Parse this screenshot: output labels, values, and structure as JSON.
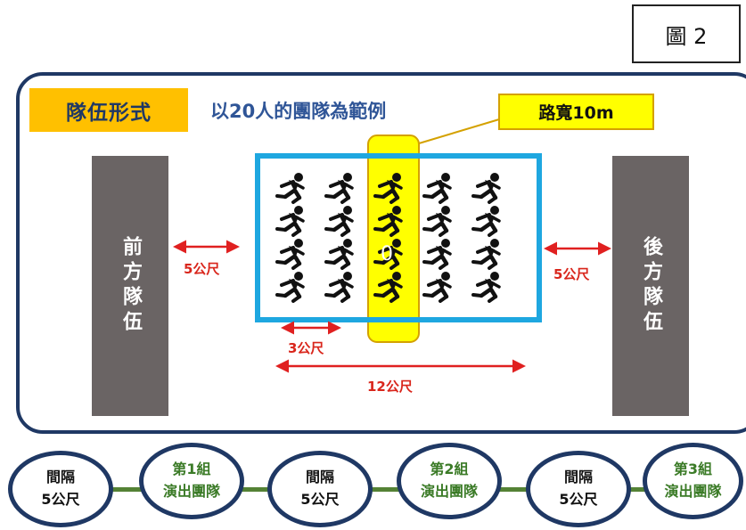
{
  "figure_label": "圖 2",
  "formation_title": "隊伍形式",
  "subtitle": "以20人的團隊為範例",
  "road_width": "路寬10m",
  "front_team": "前方隊伍",
  "back_team": "後方隊伍",
  "walker_char": "0",
  "distances": {
    "front_gap": "5公尺",
    "back_gap": "5公尺",
    "column_gap": "3公尺",
    "formation_length": "12公尺"
  },
  "formation": {
    "rows": 4,
    "columns": 5,
    "people": 20
  },
  "colors": {
    "navy": "#1f3864",
    "gold": "#ffc000",
    "road_yellow": "#ffff00",
    "formation_border": "#1ea7e0",
    "arrow_red": "#e02020",
    "bar_gray": "#6a6464",
    "chain_green": "#548235"
  },
  "sequence": [
    {
      "line1": "間隔",
      "line2": "5公尺",
      "kind": "gap"
    },
    {
      "line1": "第1組",
      "line2": "演出團隊",
      "kind": "group"
    },
    {
      "line1": "間隔",
      "line2": "5公尺",
      "kind": "gap"
    },
    {
      "line1": "第2組",
      "line2": "演出團隊",
      "kind": "group"
    },
    {
      "line1": "間隔",
      "line2": "5公尺",
      "kind": "gap"
    },
    {
      "line1": "第3組",
      "line2": "演出團隊",
      "kind": "group"
    }
  ]
}
